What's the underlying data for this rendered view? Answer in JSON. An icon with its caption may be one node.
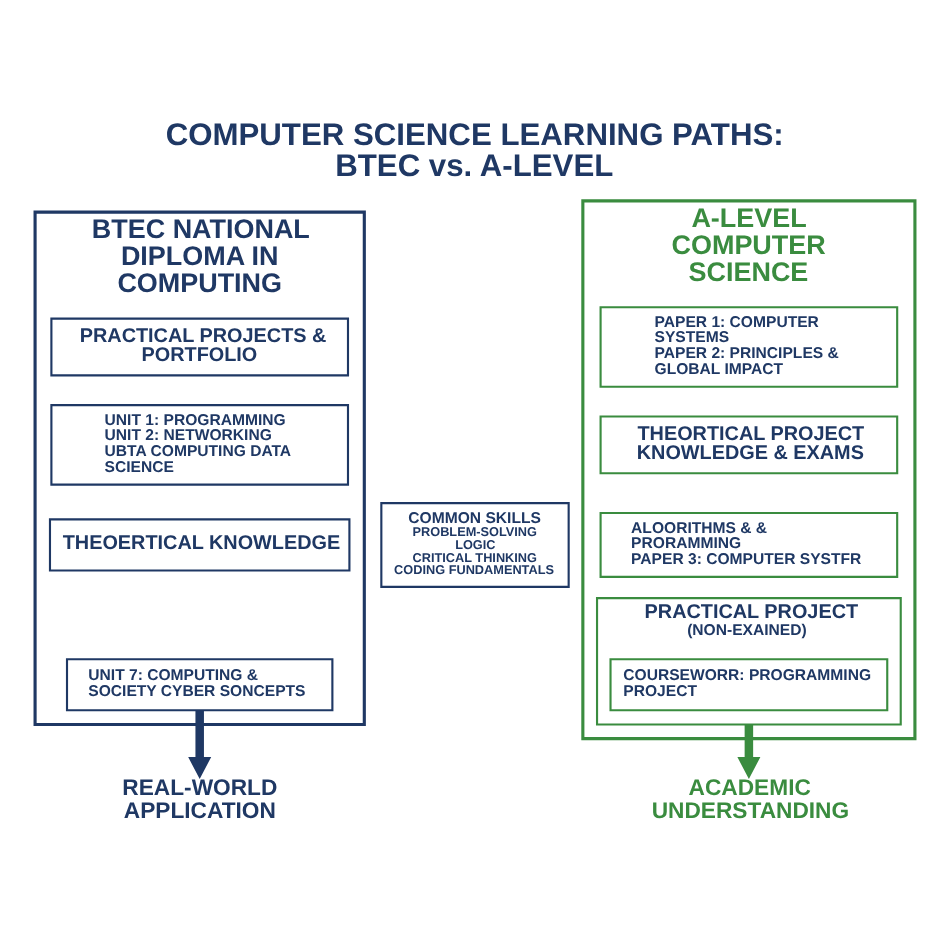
{
  "diagram": {
    "title": "COMPUTER SCIENCE LEARNING PATHS: BTEC vs. A-LEVEL",
    "nodes": [
      {
        "text": [
          "BTEC NATIONAL DIPLOMA IN COMPUTING"
        ]
      },
      {
        "text": [
          "PRACTICAL PROJECTS & PORTFOLIO"
        ],
        "in": 0
      },
      {
        "text": [
          "UNIT 1: PROGRAMMING",
          "UNIT 2: NETWORKING",
          "UBTA COMPUTING DATA SCIENCE"
        ],
        "in": 0
      },
      {
        "text": [
          "THEOERTICAL KNOWLEDGE"
        ],
        "in": 0
      },
      {
        "text": [
          "UNIT 7: COMPUTING & SOCIETY CYBER SONCEPTS"
        ],
        "in": 0
      },
      {
        "text": [
          "COMMON SKILLS",
          "PROBLEM-SOLVING",
          "LOGIC",
          "CRITICAL THINKING",
          "CODING FUNDAMENTALS"
        ]
      },
      {
        "text": [
          "A-LEVEL COMPUTER SCIENCE"
        ]
      },
      {
        "text": [
          "PAPER 1: COMPUTER SYSTEMS",
          "PAPER 2: PRINCIPLES & GLOBAL IMPACT"
        ],
        "in": 6
      },
      {
        "text": [
          "THEORTICAL PROJECT KNOWLEDGE & EXAMS"
        ],
        "in": 6
      },
      {
        "text": [
          "ALOORITHMS & & PRORAMMING",
          "PAPER 3: COMPUTER SYSTFR"
        ],
        "in": 6
      },
      {
        "text": [
          "PRACTICAL PROJECT",
          "(NON-EXAINED)"
        ],
        "in": 6
      },
      {
        "text": [
          "COURSEWORR: PROGRAMMING PROJECT"
        ],
        "in": 10
      },
      {
        "text": [
          "REAL-WORLD APPLICATION"
        ]
      },
      {
        "text": [
          "ACADEMIC UNDERSTANDING"
        ]
      }
    ],
    "edges": [
      {
        "from": 4,
        "to": 12,
        "arrow": "to",
        "color": "#1f3864"
      },
      {
        "from": 10,
        "to": 13,
        "arrow": "to",
        "color": "#3a8c3f"
      }
    ]
  }
}
